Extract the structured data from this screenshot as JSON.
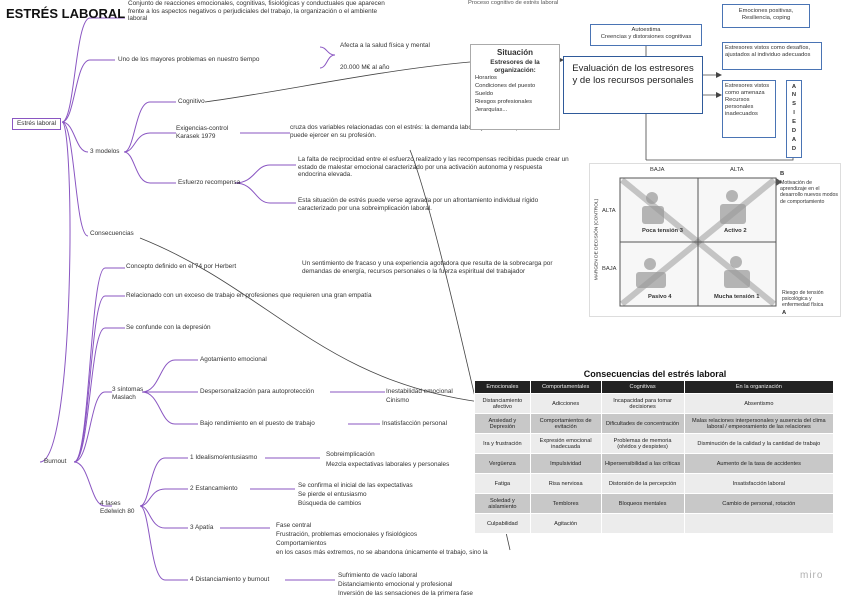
{
  "title": "ESTRÉS LABORAL",
  "root": "Estrés laboral",
  "definition": "Conjunto de reacciones emocionales, cognitivas, fisiológicas y conductuales que aparecen frente a los aspectos negativos o perjudiciales del trabajo, la organización o el ambiente laboral",
  "top_header_fragment": "Proceso cognitivo de estrés laboral",
  "problems": {
    "label": "Uno de los mayores problemas en nuestro tiempo",
    "items": [
      "Afecta a la salud física y mental",
      "20.000 M€ al año"
    ]
  },
  "models": {
    "label": "3 modelos",
    "cognitivo": "Cognitivo",
    "karasek": {
      "label": "Exigencias-control Karasek 1979",
      "desc": "cruza dos variables relacionadas con el estrés: la demanda laboral y el control que el individuo puede ejercer en su profesión."
    },
    "esfuerzo": {
      "label": "Esfuerzo recompensa",
      "desc1": "La falta de reciprocidad entre el esfuerzo realizado y las recompensas recibidas puede crear un estado de malestar emocional caracterizado por una activación autonoma y respuesta endocrina elevada.",
      "desc2": "Esta situación de estrés puede verse agravada por un afrontamiento individual rígido caracterizado por una sobreimplicación laboral."
    }
  },
  "consequences_label": "Consecuencias",
  "burnout": {
    "label": "Burnout",
    "concept": "Concepto definido en el 74 por Herbert",
    "concept_desc": "Un sentimiento de fracaso y una experiencia agotadora que resulta de la sobrecarga por demandas de energía, recursos personales o la fuerza espiritual del trabajador",
    "related": "Relacionado con un exceso de trabajo en profesiones que requieren una gran empatía",
    "confused": "Se confunde con la depresión",
    "maslach": {
      "label": "3 síntomas Maslach",
      "items": [
        "Agotamiento emocional",
        "Despersonalización para autoprotección",
        "Bajo rendimiento en el puesto de trabajo"
      ],
      "sub": [
        "Inestabilidad emocional",
        "Cinismo",
        "Insatisfacción personal"
      ]
    },
    "phases": {
      "label": "4 fases Edelwich 80",
      "items": [
        {
          "name": "1 Idealismo/entusiasmo",
          "details": [
            "Sobreimplicación",
            "Mezcla expectativas laborales y personales"
          ]
        },
        {
          "name": "2 Estancamiento",
          "details": [
            "Se confirma el inicial de las expectativas",
            "Se pierde el entusiasmo",
            "Búsqueda de cambios"
          ]
        },
        {
          "name": "3 Apatía",
          "details": [
            "Fase central",
            "Frustración, problemas emocionales y fisiológicos",
            "Comportamientos",
            "en los casos más extremos, no se abandona únicamente el trabajo, sino la"
          ]
        },
        {
          "name": "4 Distanciamiento y burnout",
          "details": [
            "Sufrimiento de vacío laboral",
            "Distanciamiento emocional y profesional",
            "Inversión de las sensaciones de la primera fase"
          ]
        }
      ]
    }
  },
  "situation": {
    "title": "Situación",
    "subtitle": "Estresores de la organización:",
    "items": [
      "Horarios",
      "Condiciones del puesto",
      "Sueldo",
      "Riesgos profesionales",
      "Jerarquías..."
    ]
  },
  "autoestima": "Autoestima\nCreencias y distorsiones cognitivas",
  "evaluation": "Evaluación de los estresores y de los recursos personales",
  "emociones": "Emociones positivas, Resiliencia, coping",
  "resources_ok": "Estresores vistos como desafíos, ajustados al individuo adecuados",
  "resources_bad": "Estresores vistos como amenaza Recursos personales inadecuados",
  "ansiedad_letters": [
    "A",
    "N",
    "S",
    "I",
    "E",
    "D",
    "A",
    "D"
  ],
  "matrix": {
    "col_labels": [
      "BAJA",
      "ALTA"
    ],
    "row_labels": [
      "ALTA",
      "BAJA"
    ],
    "axis_label": "MARGEN DE DECISIÓN (CONTROL)",
    "quadrants": [
      "Poca tensión 3",
      "Activo 2",
      "Pasivo 4",
      "Mucha tensión 1"
    ],
    "right_a": "Motivación de aprendizaje en el desarrollo nuevos modos de comportamiento",
    "right_b": "Riesgo de tensión psicológica y enfermedad física",
    "letter_a": "B",
    "letter_b": "A"
  },
  "consequences_table": {
    "title": "Consecuencias del estrés laboral",
    "headers": [
      "Emocionales",
      "Comportamentales",
      "Cognitivas",
      "En la organización"
    ],
    "rows": [
      [
        "Distanciamiento afectivo",
        "Adicciones",
        "Incapacidad para tomar decisiones",
        "Absentismo"
      ],
      [
        "Ansiedad y Depresión",
        "Comportamientos de evitación",
        "Dificultades de concentración",
        "Malas relaciones interpersonales y ausencia del clima laboral / empeoramiento de las relaciones"
      ],
      [
        "Ira y frustración",
        "Expresión emocional inadecuada",
        "Problemas de memoria (olvidos y despistes)",
        "Disminución de la calidad y la cantidad de trabajo"
      ],
      [
        "Vergüenza",
        "Impulsividad",
        "Hipersensibilidad a las críticas",
        "Aumento de la tasa de accidentes"
      ],
      [
        "Fatiga",
        "Risa nerviosa",
        "Distorsión de la percepción",
        "Insatisfacción laboral"
      ],
      [
        "Soledad y aislamiento",
        "Temblores",
        "Bloqueos mentales",
        "Cambio de personal, rotación"
      ],
      [
        "Culpabilidad",
        "Agitación",
        "",
        ""
      ]
    ]
  },
  "watermark": "miro"
}
